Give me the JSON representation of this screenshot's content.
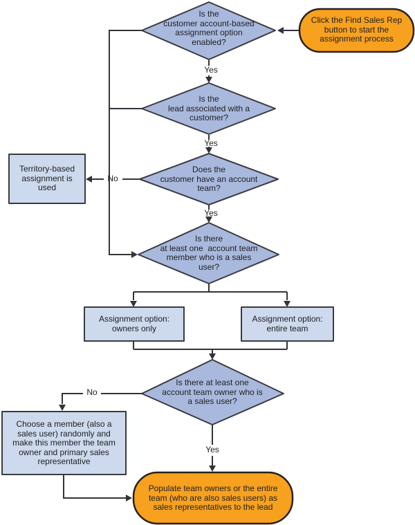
{
  "palette": {
    "diamond_fill": "#a9b9dd",
    "process_fill": "#cdd9ec",
    "terminal_fill": "#f7a11e",
    "border": "#3a3a41",
    "line": "#33333a",
    "text": "#202024"
  },
  "labels": {
    "yes": "Yes",
    "no": "No"
  },
  "nodes": {
    "start_note": {
      "text": "Click the Find Sales Rep\nbutton to start the\nassignment process"
    },
    "decision_account_option": {
      "text": "Is the\ncustomer account-based\nassignment option\nenabled?"
    },
    "decision_lead_customer": {
      "text": "Is the\nlead associated with a\ncustomer?"
    },
    "decision_account_team": {
      "text": "Does the\ncustomer have an account\nteam?"
    },
    "territory_assignment": {
      "text": "Territory-based\nassignment is\nused"
    },
    "decision_member_sales_user": {
      "text": "Is there\nat least one  account team\nmember who is a sales\nuser?"
    },
    "option_owners_only": {
      "text": "Assignment option:\nowners only"
    },
    "option_entire_team": {
      "text": "Assignment option:\nentire team"
    },
    "decision_owner_sales_user": {
      "text": "Is there at least one\naccount team owner who is\na sales user?"
    },
    "choose_member": {
      "text": "Choose a member (also a\nsales user) randomly and\nmake this member the team\nowner and primary sales\nrepresentative"
    },
    "populate_reps": {
      "text": "Populate team owners or the entire\nteam (who are also sales users) as\nsales representatives to the lead"
    }
  }
}
